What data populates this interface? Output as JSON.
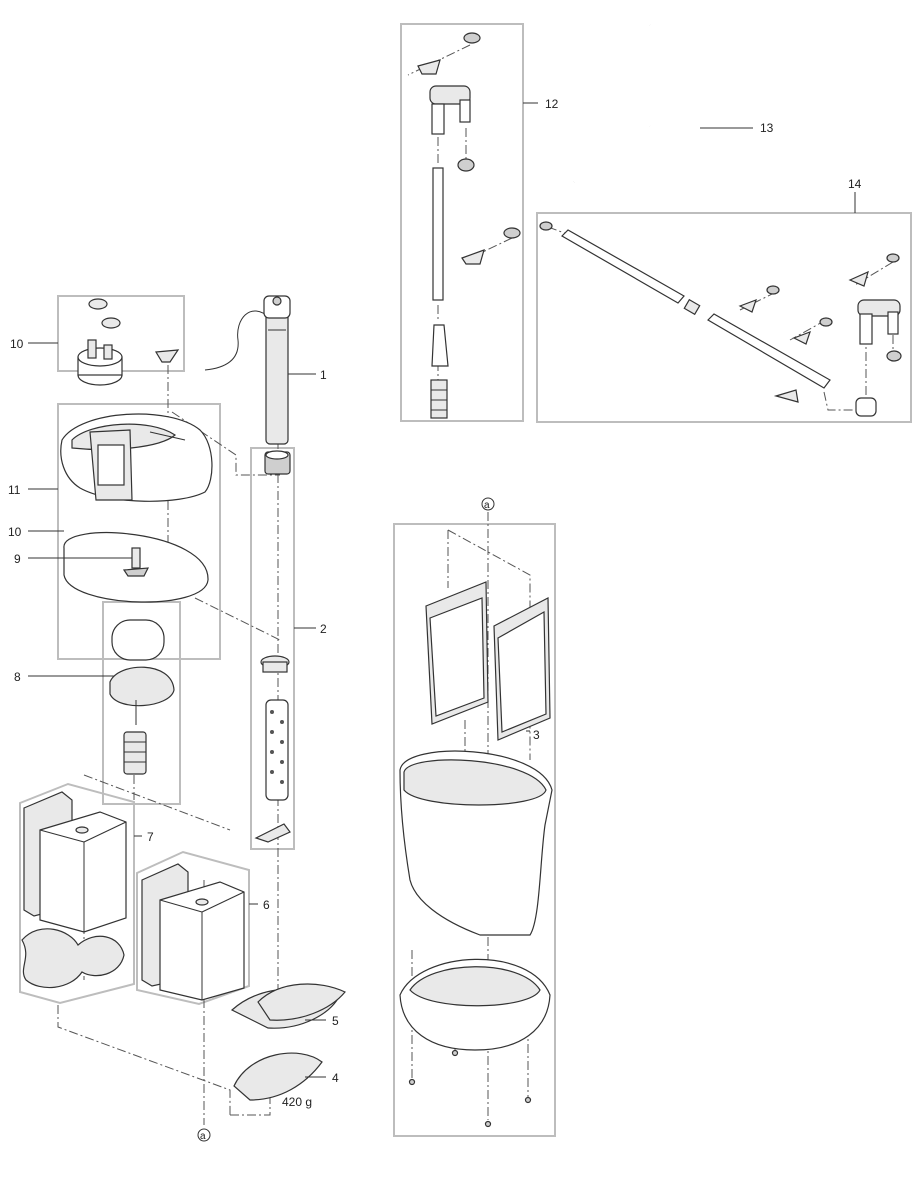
{
  "callouts": {
    "c1": "1",
    "c2": "2",
    "c3": "3",
    "c4": "4",
    "c5": "5",
    "c6": "6",
    "c7": "7",
    "c8": "8",
    "c9": "9",
    "c10a": "10",
    "c10b": "10",
    "c11": "11",
    "c12": "12",
    "c13": "13",
    "c14": "14"
  },
  "weight_note": "420 g",
  "ref_marks": {
    "a_top": "a",
    "a_bottom": "a"
  }
}
